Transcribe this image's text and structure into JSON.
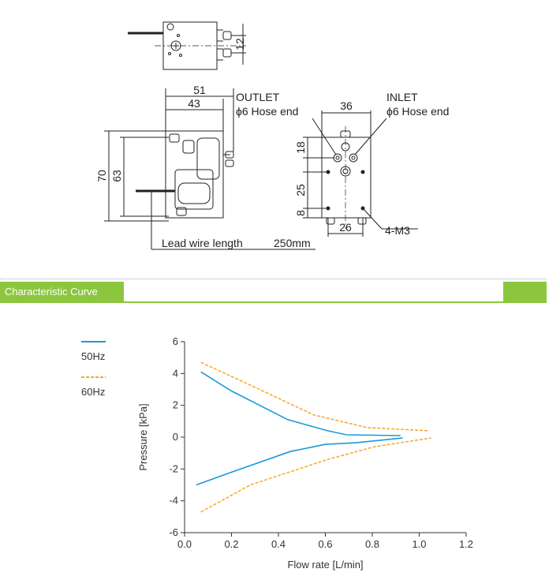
{
  "drawing": {
    "dim_12": "12",
    "dim_51": "51",
    "dim_43": "43",
    "dim_36": "36",
    "dim_70": "70",
    "dim_63": "63",
    "dim_18": "18",
    "dim_25": "25",
    "dim_8": "8",
    "dim_26": "26",
    "outlet_label": "OUTLET",
    "outlet_hose": "ϕ6 Hose end",
    "inlet_label": "INLET",
    "inlet_hose": "ϕ6 Hose end",
    "screw_label": "4-M3",
    "lead_wire_label": "Lead wire length",
    "lead_wire_value": "250mm"
  },
  "section": {
    "title": "Characteristic Curve",
    "accent_color": "#8cc63f"
  },
  "chart_data": {
    "type": "line",
    "title": "",
    "xlabel": "Flow rate [L/min]",
    "ylabel": "Pressure [kPa]",
    "xlim": [
      0.0,
      1.2
    ],
    "ylim": [
      -6,
      6
    ],
    "xticks": [
      "0.0",
      "0.2",
      "0.4",
      "0.6",
      "0.8",
      "1.0",
      "1.2"
    ],
    "yticks": [
      "-6",
      "-4",
      "-2",
      "0",
      "2",
      "4",
      "6"
    ],
    "grid": false,
    "legend_position": "top-left",
    "series": [
      {
        "name": "50Hz",
        "color": "#1a9ad6",
        "dash": "solid",
        "x": [
          0.07,
          0.2,
          0.44,
          0.61,
          0.69,
          0.92
        ],
        "y": [
          4.1,
          2.9,
          1.1,
          0.4,
          0.15,
          0.1
        ]
      },
      {
        "name": "50Hz",
        "color": "#1a9ad6",
        "dash": "solid",
        "x": [
          0.05,
          0.2,
          0.45,
          0.6,
          0.73,
          0.93
        ],
        "y": [
          -3.0,
          -2.2,
          -0.9,
          -0.45,
          -0.35,
          -0.05
        ]
      },
      {
        "name": "60Hz",
        "color": "#f5a623",
        "dash": "dashed",
        "x": [
          0.07,
          0.32,
          0.55,
          0.78,
          1.04
        ],
        "y": [
          4.7,
          3.0,
          1.4,
          0.6,
          0.4
        ]
      },
      {
        "name": "60Hz",
        "color": "#f5a623",
        "dash": "dashed",
        "x": [
          0.07,
          0.28,
          0.61,
          0.81,
          1.05
        ],
        "y": [
          -4.7,
          -3.0,
          -1.4,
          -0.6,
          -0.05
        ]
      }
    ],
    "legend": [
      {
        "name": "50Hz",
        "color": "#1a9ad6",
        "dash": "solid"
      },
      {
        "name": "60Hz",
        "color": "#f5a623",
        "dash": "dashed"
      }
    ]
  }
}
